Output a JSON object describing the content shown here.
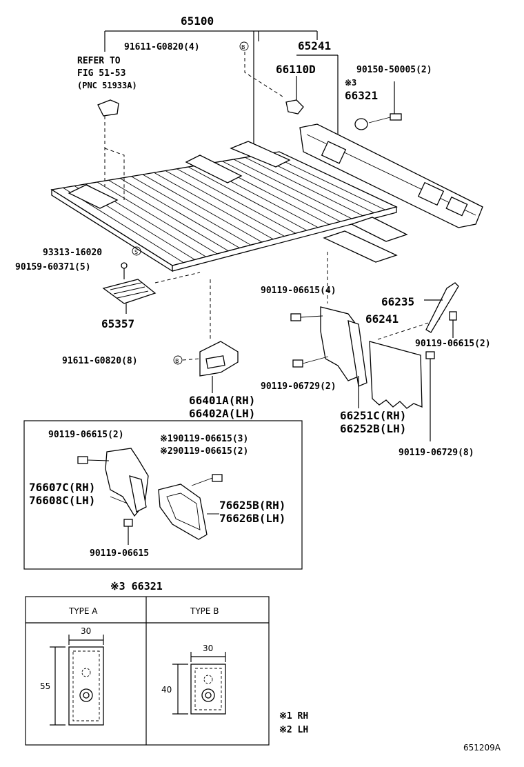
{
  "labels": {
    "p65100": "65100",
    "p91611_g0820_4": "91611-G0820(4)",
    "refer1": "REFER TO",
    "refer2": "FIG 51-53",
    "refer3": "(PNC 51933A)",
    "p65241": "65241",
    "p66110d": "66110D",
    "p90150": "90150-50005(2)",
    "mark3a": "※3",
    "p66321": "66321",
    "p93313": "93313-16020",
    "p90159": "90159-60371(5)",
    "p65357": "65357",
    "p90119_4": "90119-06615(4)",
    "p66235": "66235",
    "p66241": "66241",
    "p90119_2a": "90119-06615(2)",
    "p91611_g0820_8": "91611-G0820(8)",
    "p90119_06729_2": "90119-06729(2)",
    "p66401a": "66401A(RH)",
    "p66402a": "66402A(LH)",
    "p66251c": "66251C(RH)",
    "p66252b": "66252B(LH)",
    "p90119_06729_8": "90119-06729(8)",
    "box_90119_2": "90119-06615(2)",
    "box_m1": "※190119-06615(3)",
    "box_m2": "※290119-06615(2)",
    "p76607c": "76607C(RH)",
    "p76608c": "76608C(LH)",
    "p76625b": "76625B(RH)",
    "p76626b": "76626B(LH)",
    "box_90119": "90119-06615",
    "table_title": "※3 66321",
    "type_a": "TYPE A",
    "type_b": "TYPE B",
    "dim30a": "30",
    "dim55": "55",
    "dim30b": "30",
    "dim40": "40",
    "legend_rh": "※1  RH",
    "legend_lh": "※2  LH",
    "circ_b1": "B",
    "circ_s": "S",
    "circ_b2": "B",
    "fig_code": "651209A"
  }
}
